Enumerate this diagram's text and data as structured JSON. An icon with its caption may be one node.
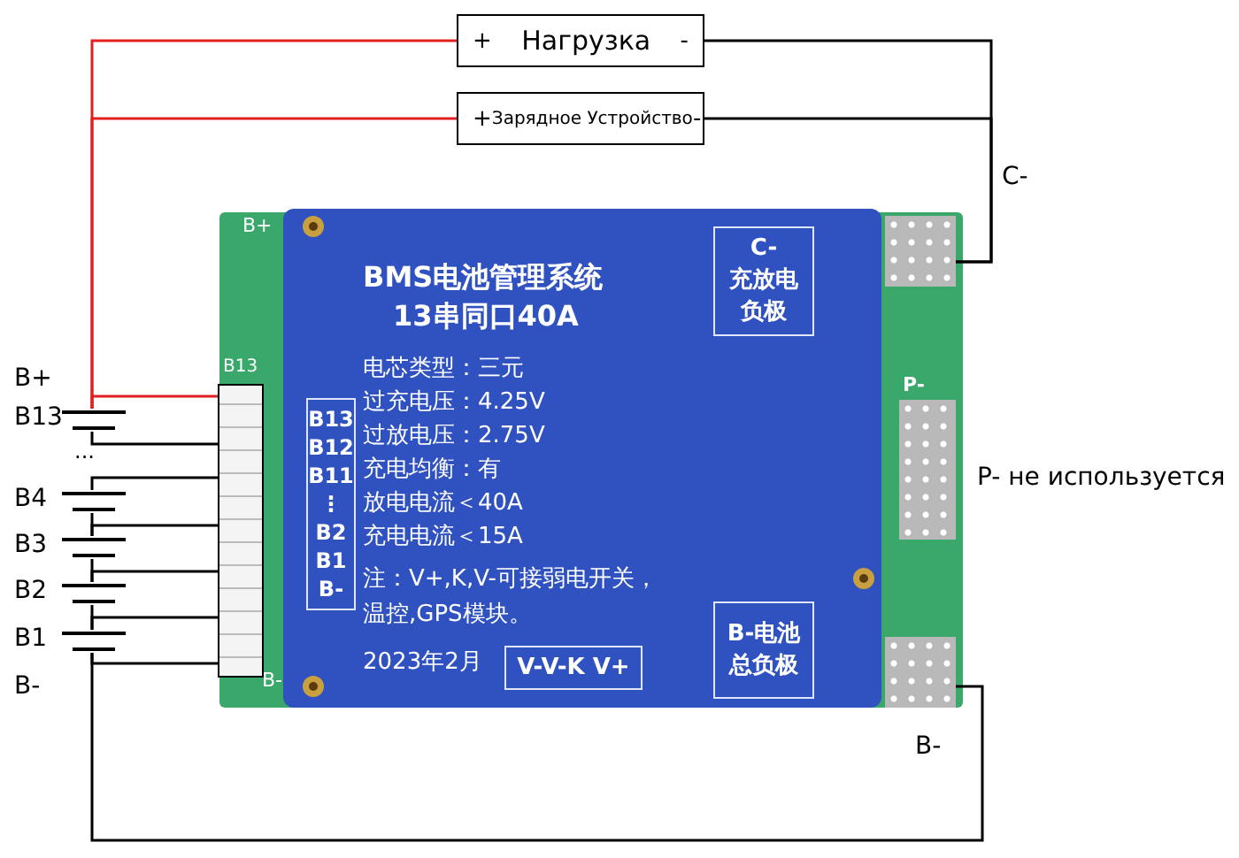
{
  "diagram": {
    "nodes": [
      {
        "text": [
          "+",
          "Нагрузка",
          "-"
        ]
      },
      {
        "text": [
          "+",
          "Зарядное Устройство",
          "-"
        ]
      },
      {
        "text": [],
        "shape": "battery",
        "beside": [
          "B13"
        ]
      },
      {
        "text": [],
        "shape": "battery",
        "beside": [
          "B4"
        ]
      },
      {
        "text": [],
        "shape": "battery",
        "beside": [
          "B3"
        ]
      },
      {
        "text": [],
        "shape": "battery",
        "beside": [
          "B2"
        ]
      },
      {
        "text": [],
        "shape": "battery",
        "beside": [
          "B1"
        ]
      },
      {
        "text": [],
        "shape": "box",
        "beside": [
          "B13",
          "B-"
        ]
      },
      {
        "text": [
          "BMS电池管理系统",
          "13串同口40A",
          "电芯类型：三元",
          "过充电压：4.25V",
          "过放电压：2.75V",
          "充电均衡：有",
          "放电电流＜40A",
          "充电电流＜15A",
          "注：V+,K,V-可接弱电开关，温控,GPS模块。",
          "2023年2月"
        ]
      },
      {
        "text": [
          "B13",
          "B12",
          "B11",
          "⋮",
          "B2",
          "B1",
          "B-"
        ],
        "in": 8
      },
      {
        "text": [
          "C-",
          "充放电负极"
        ],
        "in": 8
      },
      {
        "text": [
          "B-电池总负极"
        ],
        "in": 8
      },
      {
        "text": [
          "V-V-K V+"
        ],
        "in": 8
      },
      {
        "text": [],
        "shape": "box",
        "beside": [
          "C-"
        ]
      },
      {
        "text": [
          "P-"
        ],
        "beside": [
          "P- не используется"
        ]
      },
      {
        "text": [],
        "shape": "box",
        "beside": [
          "B-"
        ]
      }
    ],
    "edges": [
      {
        "from": 0,
        "to": 2,
        "arrow": "none",
        "color": "#e02020"
      },
      {
        "from": 1,
        "to": 2,
        "arrow": "none",
        "color": "#e02020"
      },
      {
        "from": 7,
        "to": 2,
        "arrow": "none",
        "color": "#e02020"
      },
      {
        "from": 2,
        "to": 7,
        "arrow": "none"
      },
      {
        "from": 3,
        "to": 7,
        "arrow": "none"
      },
      {
        "from": 3,
        "to": 4,
        "arrow": "none"
      },
      {
        "from": 4,
        "to": 7,
        "arrow": "none"
      },
      {
        "from": 4,
        "to": 5,
        "arrow": "none"
      },
      {
        "from": 5,
        "to": 7,
        "arrow": "none"
      },
      {
        "from": 5,
        "to": 6,
        "arrow": "none"
      },
      {
        "from": 6,
        "to": 7,
        "arrow": "none"
      },
      {
        "from": 6,
        "to": 7,
        "arrow": "none"
      },
      {
        "from": 6,
        "to": 15,
        "arrow": "none"
      },
      {
        "from": 0,
        "to": 13,
        "arrow": "none"
      },
      {
        "from": 1,
        "to": 13,
        "arrow": "none"
      }
    ],
    "labels": [
      "B+",
      "...",
      "B-",
      "B+"
    ]
  }
}
